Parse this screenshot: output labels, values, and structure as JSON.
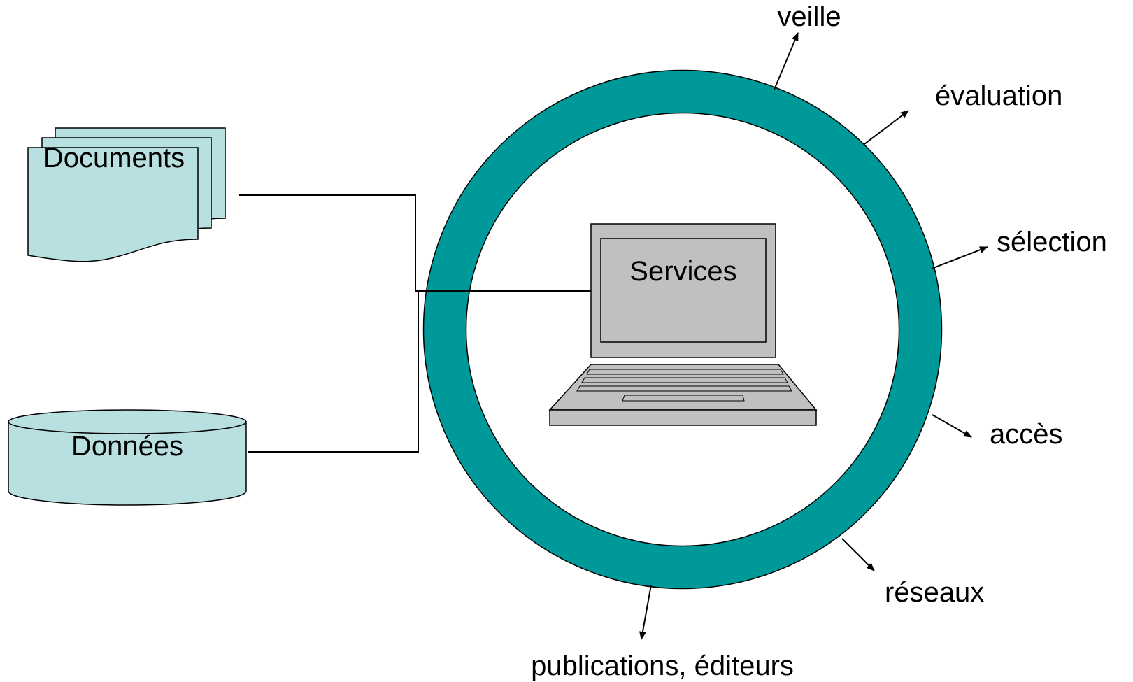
{
  "nodes": {
    "documents": "Documents",
    "donnees": "Données",
    "services": "Services"
  },
  "ring_labels": {
    "veille": "veille",
    "evaluation": "évaluation",
    "selection": "sélection",
    "acces": "accès",
    "reseaux": "réseaux",
    "publications": "publications, éditeurs"
  },
  "colors": {
    "ring": "#009999",
    "storage_fill": "#b9e0e0",
    "laptop_fill": "#c0c0c0",
    "stroke": "#000000"
  },
  "icons": {
    "documents": "document-stack-icon",
    "donnees": "database-cylinder-icon",
    "services": "laptop-icon"
  }
}
